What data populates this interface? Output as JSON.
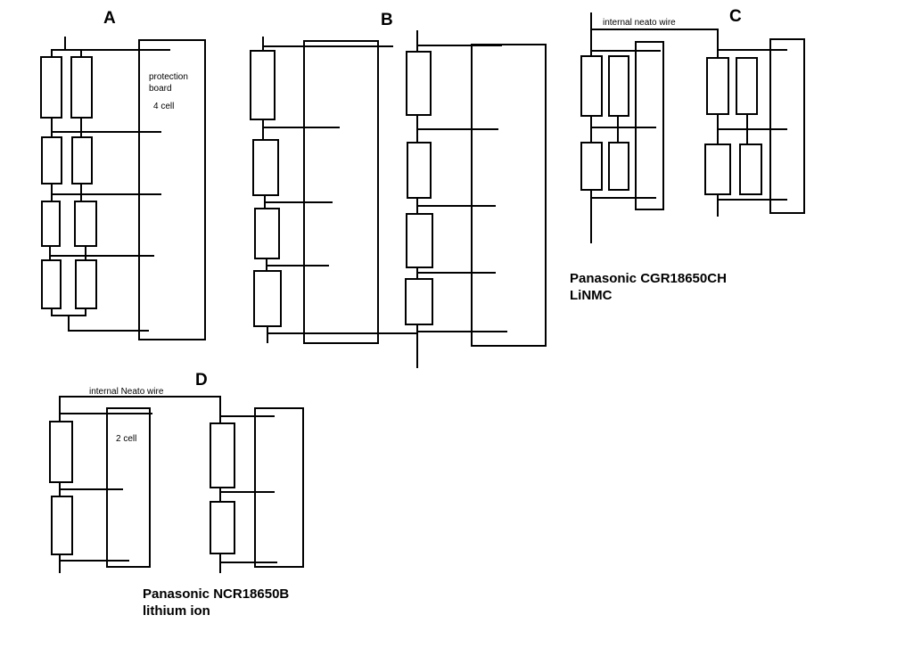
{
  "labels": {
    "a": "A",
    "b": "B",
    "c": "C",
    "d": "D"
  },
  "notes": {
    "protection_line1": "protection",
    "protection_line2": "board",
    "four_cell": "4 cell",
    "two_cell": "2 cell",
    "wire_c": "internal neato wire",
    "wire_d": "internal Neato wire"
  },
  "captions": {
    "c_line1": "Panasonic CGR18650CH",
    "c_line2": "LiNMC",
    "d_line1": "Panasonic NCR18650B",
    "d_line2": "lithium ion"
  }
}
